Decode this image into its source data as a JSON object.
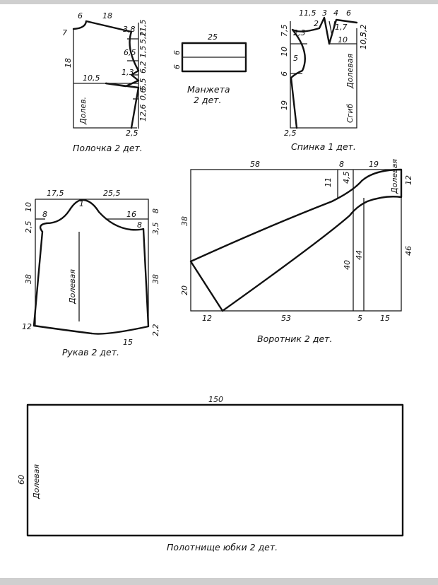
{
  "captions": {
    "polochka": "Полочка 2 дет.",
    "manzheta_1": "Манжета",
    "manzheta_2": "2 дет.",
    "spinka": "Спинка 1 дет.",
    "rukav": "Рукав 2 дет.",
    "vorotnik": "Воротник 2 дет.",
    "yubka": "Полотнище юбки 2 дет."
  },
  "labels": {
    "dolev_front": "Долев.",
    "dolevaya": "Долевая",
    "sgib": "Сгиб",
    "dolevaya_collar": "Долевая"
  },
  "dims": {
    "polochka": [
      "6",
      "18",
      "7",
      "3,8",
      "11,5",
      "5,2",
      "6,5",
      "18",
      "1,5",
      "10,5",
      "1,3",
      "6,2",
      "5,5",
      "0,6",
      "12,6",
      "2,5"
    ],
    "manzheta": [
      "25",
      "6",
      "6"
    ],
    "spinka": [
      "11,5",
      "3",
      "4",
      "6",
      "2",
      "7,5",
      "2,3",
      "1,7",
      "3,2",
      "10",
      "10,5",
      "10",
      "5",
      "6",
      "19",
      "2,5"
    ],
    "rukav": [
      "17,5",
      "25,5",
      "10",
      "8",
      "1",
      "16",
      "8",
      "2,5",
      "3,5",
      "8",
      "38",
      "38",
      "12",
      "15",
      "2,2"
    ],
    "vorotnik": [
      "58",
      "8",
      "19",
      "11",
      "4,5",
      "12",
      "38",
      "40",
      "44",
      "46",
      "20",
      "12",
      "53",
      "5",
      "15"
    ],
    "yubka": [
      "150",
      "60"
    ]
  }
}
